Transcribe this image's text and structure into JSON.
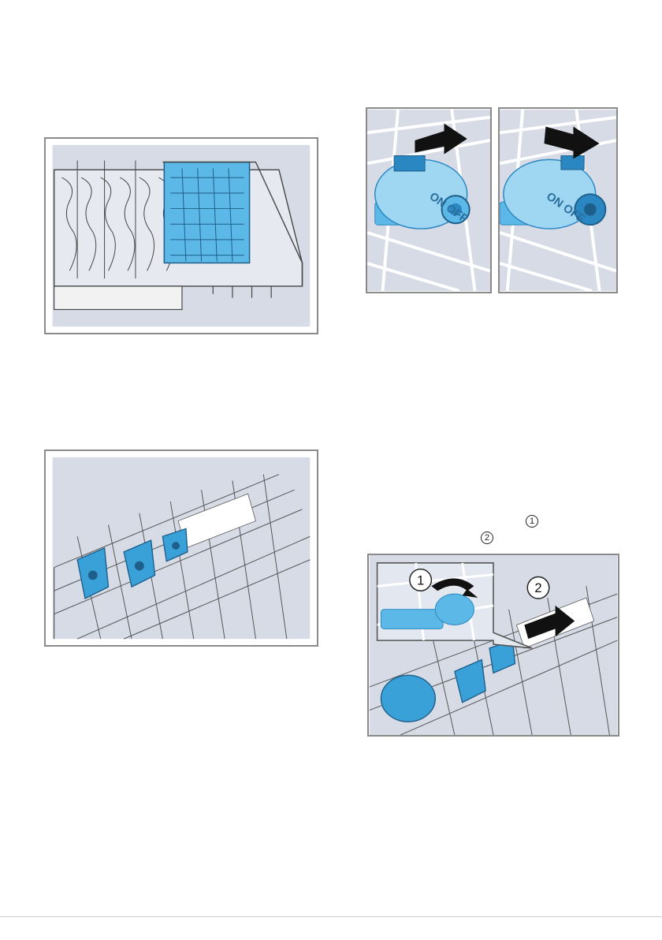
{
  "figures": {
    "panel_right_left": {
      "label": "ON OFF",
      "arrow": "left"
    },
    "panel_right_right": {
      "label": "ON OFF",
      "arrow": "right"
    },
    "bottom_right": {
      "callout_1": "1",
      "callout_2": "2"
    }
  },
  "inline_refs": {
    "ref_1": "1",
    "ref_2": "2"
  },
  "colors": {
    "accent": "#5cb8e6",
    "accent_dark": "#2a87c2",
    "panel_bg": "#d6dbe6",
    "wire": "#ffffff"
  }
}
